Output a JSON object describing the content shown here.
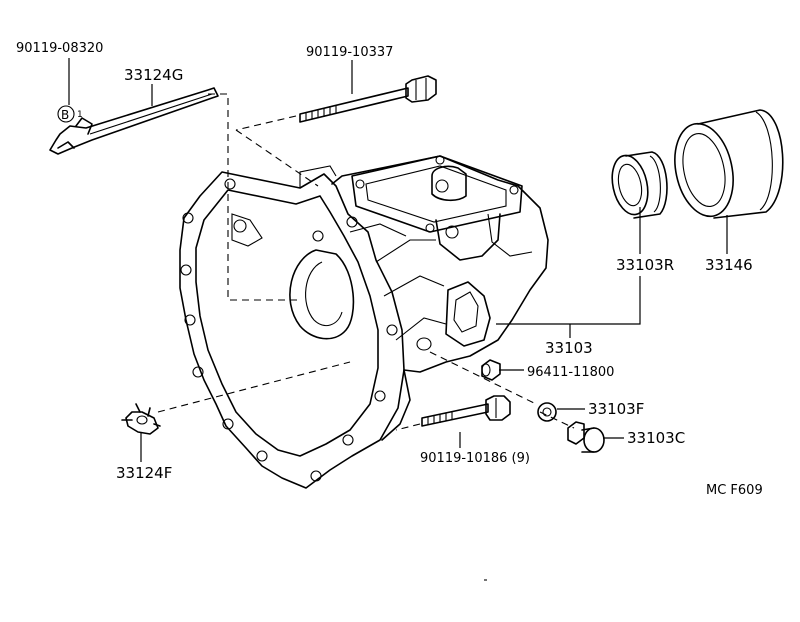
{
  "diagram": {
    "code": "MC F609",
    "parts": {
      "bolt_top_left": "90119-08320",
      "shift_rod": "33124G",
      "marker": "B",
      "marker_index": "1",
      "bolt_long": "90119-10337",
      "seal_small": "33103R",
      "seal_large": "33146",
      "case_assy": "33103",
      "plug": "96411-11800",
      "gasket": "33103F",
      "bolt_lower": "90119-10186 (9)",
      "drain_plug": "33103C",
      "pin": "33124F"
    }
  }
}
